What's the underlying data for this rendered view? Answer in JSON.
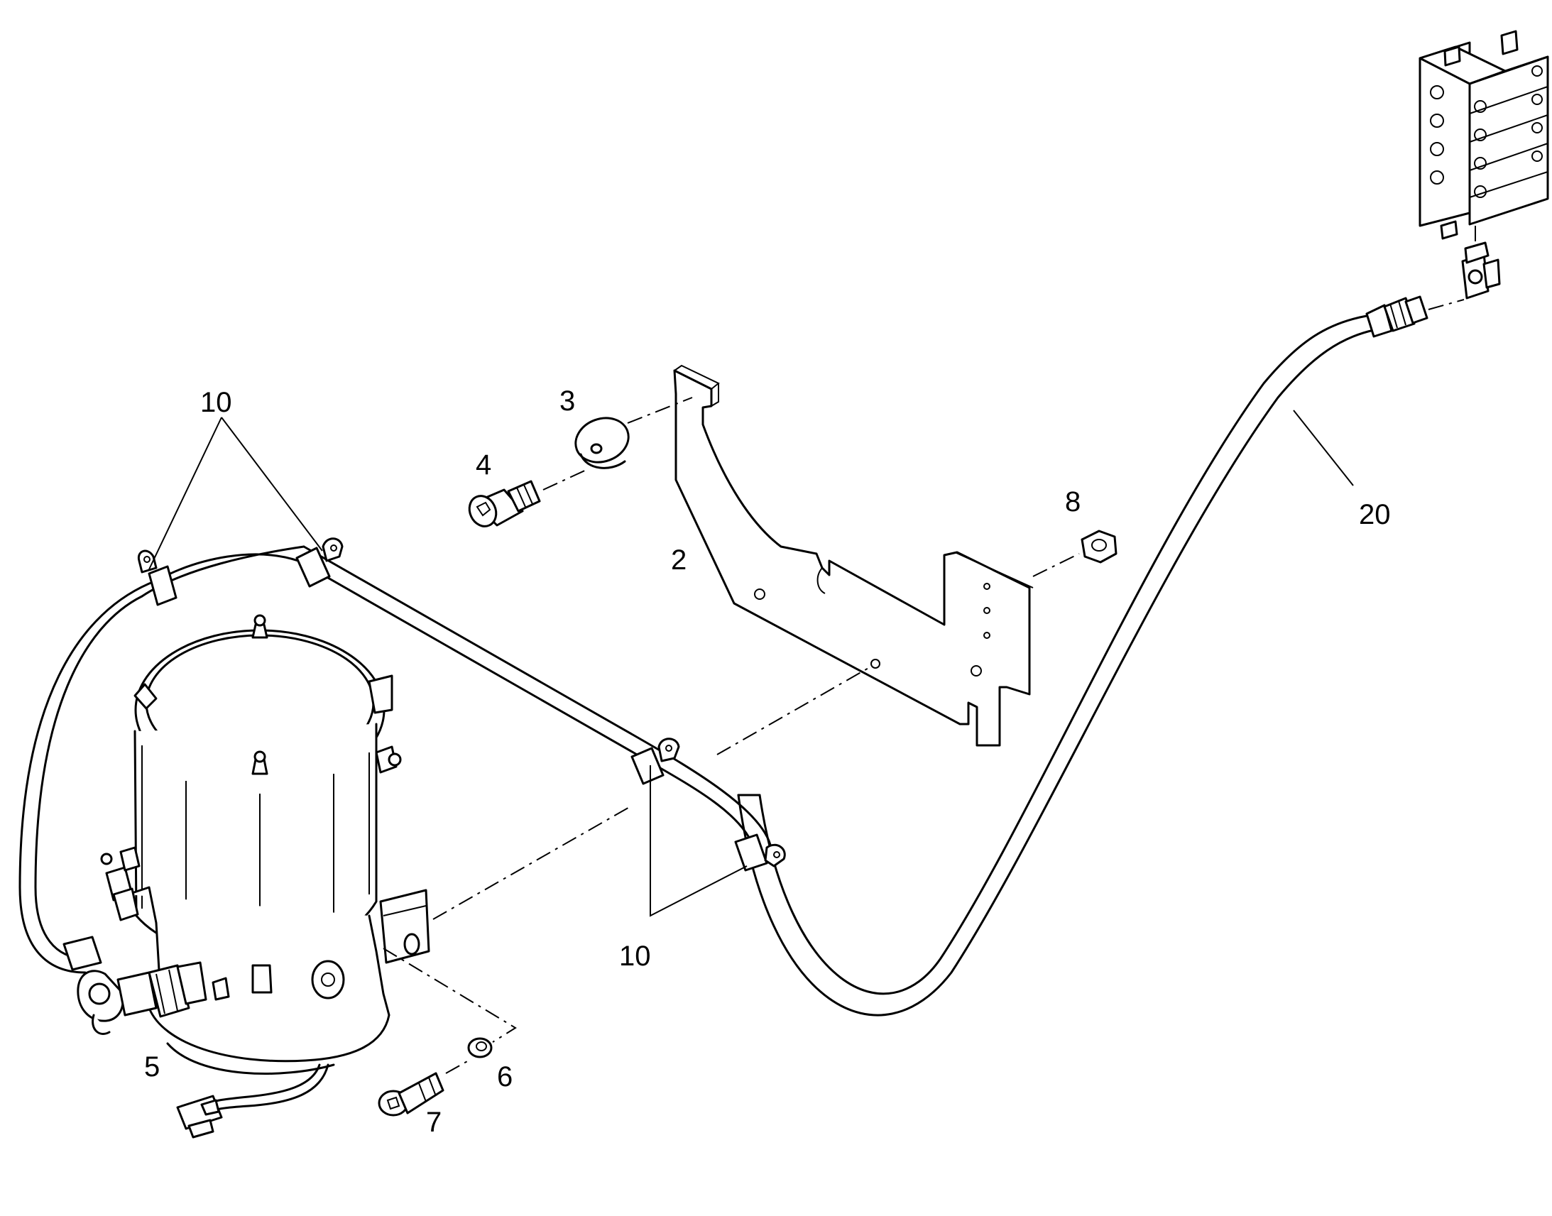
{
  "callouts": [
    {
      "id": "c2",
      "text": "2"
    },
    {
      "id": "c3",
      "text": "3"
    },
    {
      "id": "c4",
      "text": "4"
    },
    {
      "id": "c5",
      "text": "5"
    },
    {
      "id": "c6",
      "text": "6"
    },
    {
      "id": "c7",
      "text": "7"
    },
    {
      "id": "c8",
      "text": "8"
    },
    {
      "id": "c10a",
      "text": "10"
    },
    {
      "id": "c10b",
      "text": "10"
    },
    {
      "id": "c20",
      "text": "20"
    }
  ]
}
